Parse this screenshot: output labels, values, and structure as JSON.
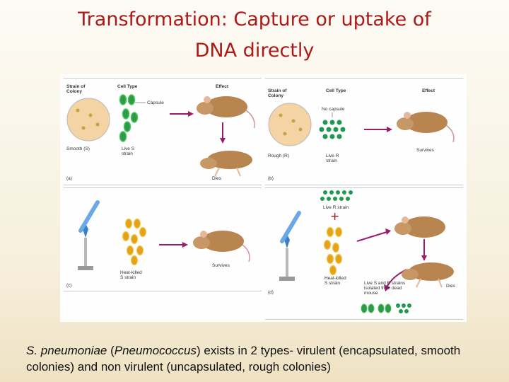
{
  "slide": {
    "title_line1": "Transformation: Capture or uptake of",
    "title_line2": "DNA directly",
    "caption": {
      "italic1": "S. pneumoniae",
      "part1": " (",
      "italic2": "Pneumococcus",
      "part2": ") exists in 2 types- virulent (encapsulated, smooth colonies) and  non virulent (uncapsulated, rough colonies)"
    }
  },
  "figure": {
    "panel_a": {
      "letter": "(a)",
      "col_strain": "Strain of\nColony",
      "col_cell": "Cell Type",
      "col_effect": "Effect",
      "capsule_label": "Capsule",
      "colony_label": "Smooth (S)",
      "cells_label": "Live S\nstrain",
      "outcome": "Dies"
    },
    "panel_b": {
      "letter": "(b)",
      "col_strain": "Strain of\nColony",
      "col_cell": "Cell Type",
      "col_effect": "Effect",
      "capsule_label": "No capsule",
      "colony_label": "Rough (R)",
      "cells_label": "Live R\nstrain",
      "outcome": "Survives"
    },
    "panel_c": {
      "letter": "(c)",
      "cells_label": "Heat-killed\nS strain",
      "outcome": "Survives"
    },
    "panel_d": {
      "letter": "(d)",
      "live_r_label": "Live R strain",
      "plus": "+",
      "heat_killed_label": "Heat-killed\nS strain",
      "isolated_label": "Live S and R strains\nisolated from dead\nmouse",
      "outcome": "Dies"
    },
    "colors": {
      "title": "#b01818",
      "live_s_cell": "#2e9a46",
      "live_r_cell": "#1e9a52",
      "heat_killed_cell": "#e2a21c",
      "arrow": "#9c1c6a",
      "mouse": "#b88450",
      "dish": "#f4d3a4"
    }
  }
}
